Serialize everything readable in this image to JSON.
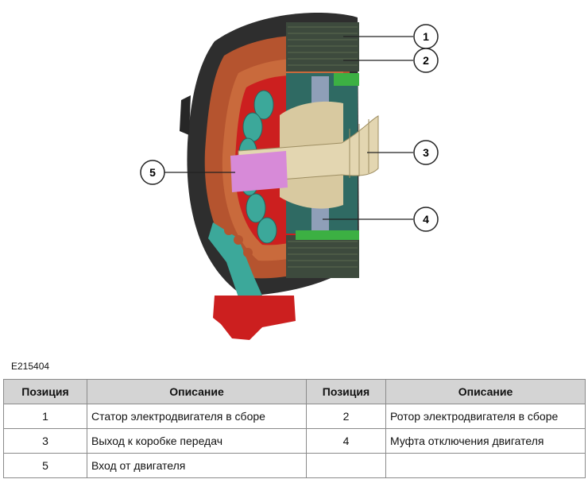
{
  "figure_code": "E215404",
  "callouts": [
    {
      "label": "1"
    },
    {
      "label": "2"
    },
    {
      "label": "3"
    },
    {
      "label": "4"
    },
    {
      "label": "5"
    }
  ],
  "table": {
    "headers": [
      "Позиция",
      "Описание",
      "Позиция",
      "Описание"
    ],
    "rows": [
      [
        "1",
        "Статор электродвигателя в сборе",
        "2",
        "Ротор электродвигателя в сборе"
      ],
      [
        "3",
        "Выход к коробке передач",
        "4",
        "Муфта отключения двигателя"
      ],
      [
        "5",
        "Вход от двигателя",
        "",
        ""
      ]
    ]
  },
  "colors": {
    "housing": "#3a3a3a",
    "copper": "#b5542f",
    "red_part": "#cc1f1f",
    "teal_part": "#3ca89a",
    "tan_shaft": "#d8c9a0",
    "green_part": "#3cb043",
    "pink_part": "#d78ad8"
  }
}
